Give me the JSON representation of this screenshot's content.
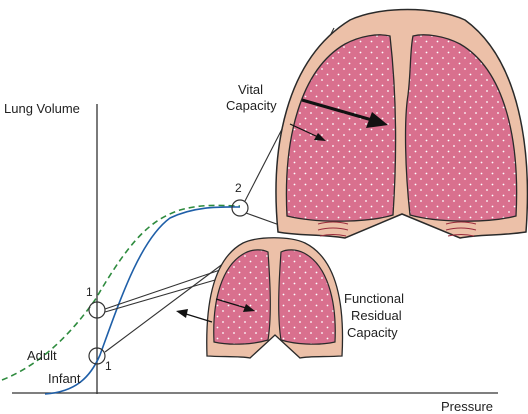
{
  "axes": {
    "y_label": "Lung Volume",
    "x_label": "Pressure"
  },
  "curves": {
    "adult_label": "Adult",
    "infant_label": "Infant",
    "adult_color": "#2e8b3e",
    "infant_color": "#1f5fa8"
  },
  "points": {
    "frc_adult_marker": "1",
    "frc_infant_marker": "1",
    "vital_capacity_marker": "2"
  },
  "annotations": {
    "vital_capacity_line1": "Vital",
    "vital_capacity_line2": "Capacity",
    "frc_line1": "Functional",
    "frc_line2": "Residual",
    "frc_line3": "Capacity"
  },
  "colors": {
    "lung_fill": "#d9708e",
    "chest_wall": "#ecc0a8",
    "dots": "#ffffff",
    "outline": "#2a2a2a"
  }
}
